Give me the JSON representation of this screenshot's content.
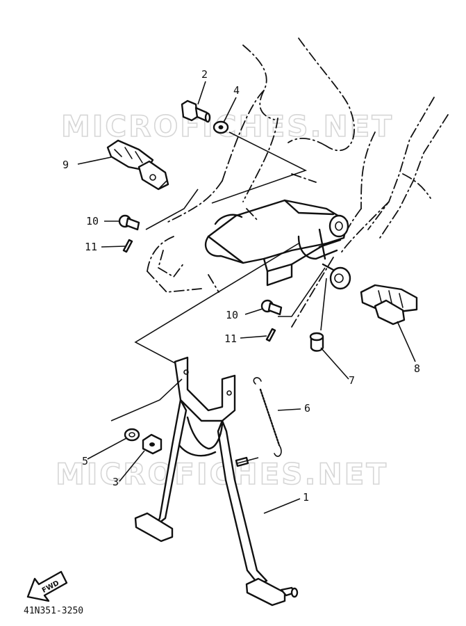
{
  "watermark": {
    "text": "MICROFICHES.NET"
  },
  "diagram_code": "41N351-3250",
  "fwd_label": "FWD",
  "callouts": [
    {
      "id": "c2",
      "label": "2"
    },
    {
      "id": "c4",
      "label": "4"
    },
    {
      "id": "c9",
      "label": "9"
    },
    {
      "id": "c10a",
      "label": "10"
    },
    {
      "id": "c11a",
      "label": "11"
    },
    {
      "id": "c10b",
      "label": "10"
    },
    {
      "id": "c11b",
      "label": "11"
    },
    {
      "id": "c8",
      "label": "8"
    },
    {
      "id": "c7",
      "label": "7"
    },
    {
      "id": "c6",
      "label": "6"
    },
    {
      "id": "c5",
      "label": "5"
    },
    {
      "id": "c3",
      "label": "3"
    },
    {
      "id": "c1",
      "label": "1"
    }
  ]
}
